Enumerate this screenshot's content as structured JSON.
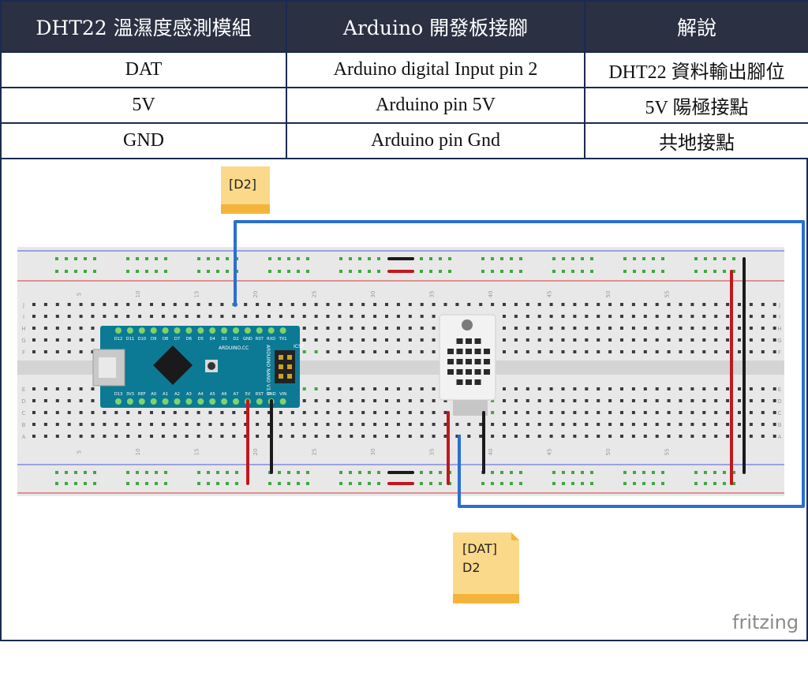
{
  "table": {
    "headers": [
      "DHT22 溫濕度感測模組",
      "Arduino 開發板接腳",
      "解說"
    ],
    "rows": [
      [
        "DAT",
        "Arduino digital Input pin 2",
        "DHT22 資料輸出腳位"
      ],
      [
        "5V",
        "Arduino pin 5V",
        "5V  陽極接點"
      ],
      [
        "GND",
        "Arduino pin Gnd",
        "共地接點"
      ]
    ]
  },
  "diagram": {
    "note_top": "[D2]",
    "note_bottom_line1": "[DAT]",
    "note_bottom_line2": "D2",
    "watermark": "fritzing",
    "board_labels": [
      "D12",
      "D11",
      "D10",
      "D9",
      "D8",
      "D7",
      "D6",
      "D5",
      "D4",
      "D3",
      "D2",
      "GND",
      "RST",
      "RXD",
      "TX1"
    ],
    "board_labels_bottom": [
      "D13",
      "3V3",
      "REF",
      "A0",
      "A1",
      "A2",
      "A3",
      "A4",
      "A5",
      "A6",
      "A7",
      "5V",
      "RST",
      "GND",
      "VIN"
    ],
    "board_name": "ARDUINO NANO V3.0",
    "column_numbers": [
      "5",
      "10",
      "15",
      "20",
      "25",
      "30",
      "35",
      "40",
      "45",
      "50",
      "55"
    ],
    "row_letters_top": [
      "J",
      "I",
      "H",
      "G",
      "F"
    ],
    "row_letters_bottom": [
      "E",
      "D",
      "C",
      "B",
      "A"
    ],
    "colors": {
      "wire_blue": "#2a6fd0",
      "wire_red": "#c0181c",
      "wire_black": "#1b1b1b",
      "board_teal": "#0c7a94",
      "note_yellow": "#fbd98a",
      "note_fold": "#f4b43c",
      "breadboard": "#e8e8e8"
    }
  }
}
